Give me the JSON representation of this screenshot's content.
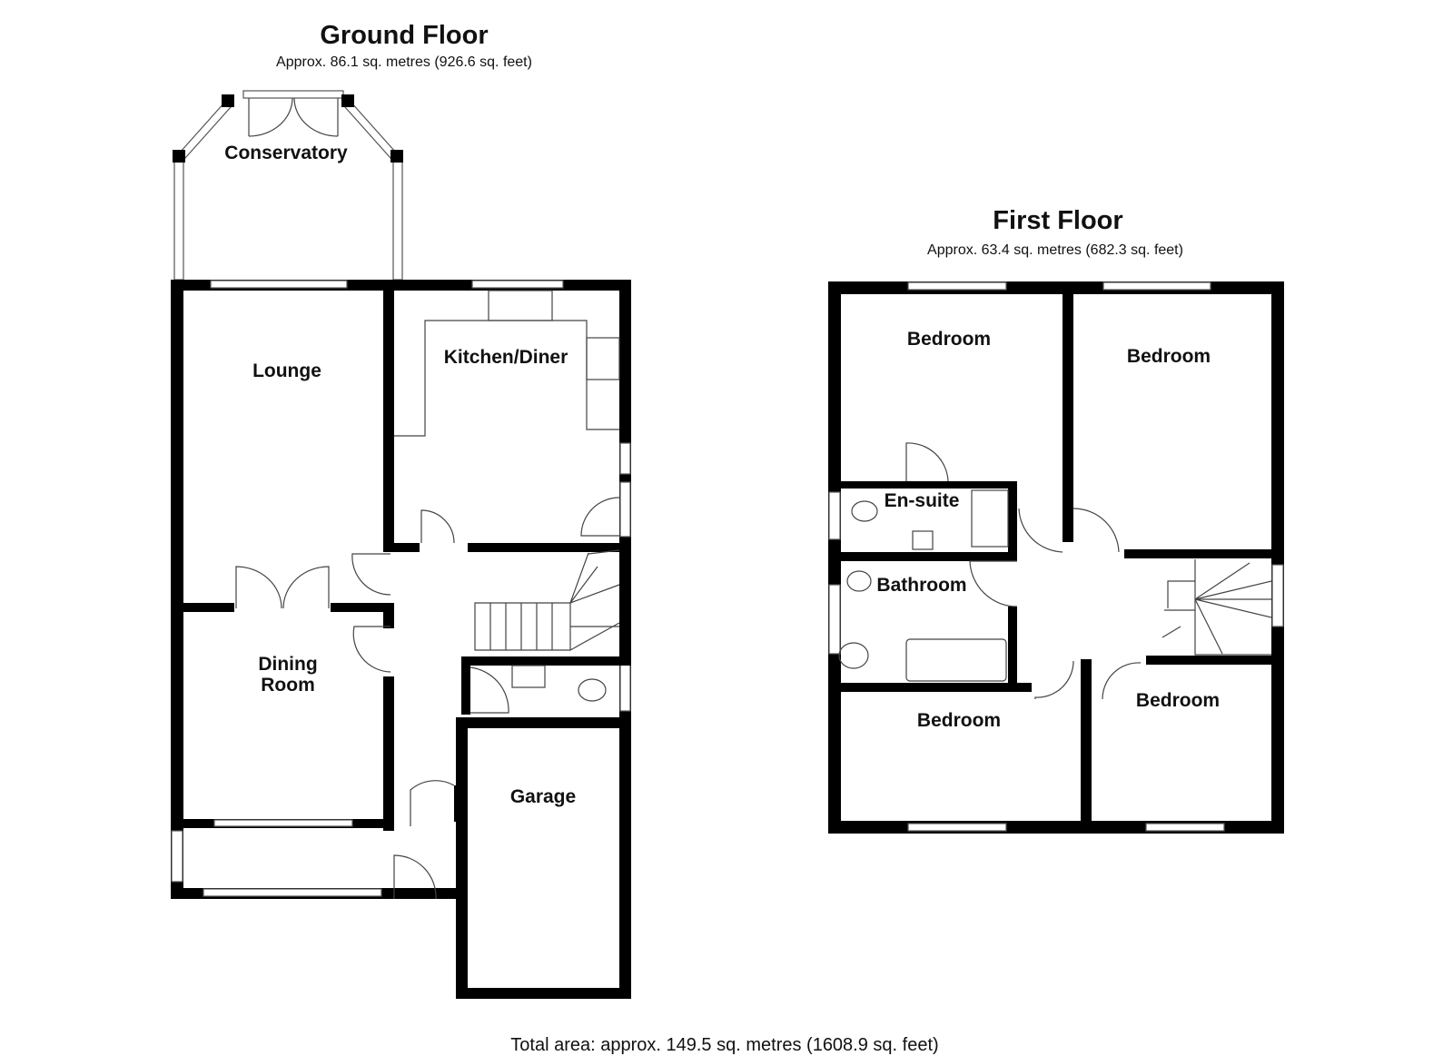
{
  "ground_floor": {
    "title": "Ground Floor",
    "area": "Approx. 86.1 sq. metres (926.6 sq. feet)",
    "rooms": {
      "conservatory": "Conservatory",
      "lounge": "Lounge",
      "kitchen": "Kitchen/Diner",
      "dining_1": "Dining",
      "dining_2": "Room",
      "garage": "Garage"
    }
  },
  "first_floor": {
    "title": "First Floor",
    "area": "Approx. 63.4 sq. metres (682.3 sq. feet)",
    "rooms": {
      "bedroom_1": "Bedroom",
      "bedroom_2": "Bedroom",
      "ensuite": "En-suite",
      "bathroom": "Bathroom",
      "bedroom_3": "Bedroom",
      "bedroom_4": "Bedroom"
    }
  },
  "total_area": "Total area: approx. 149.5 sq. metres (1608.9 sq. feet)"
}
